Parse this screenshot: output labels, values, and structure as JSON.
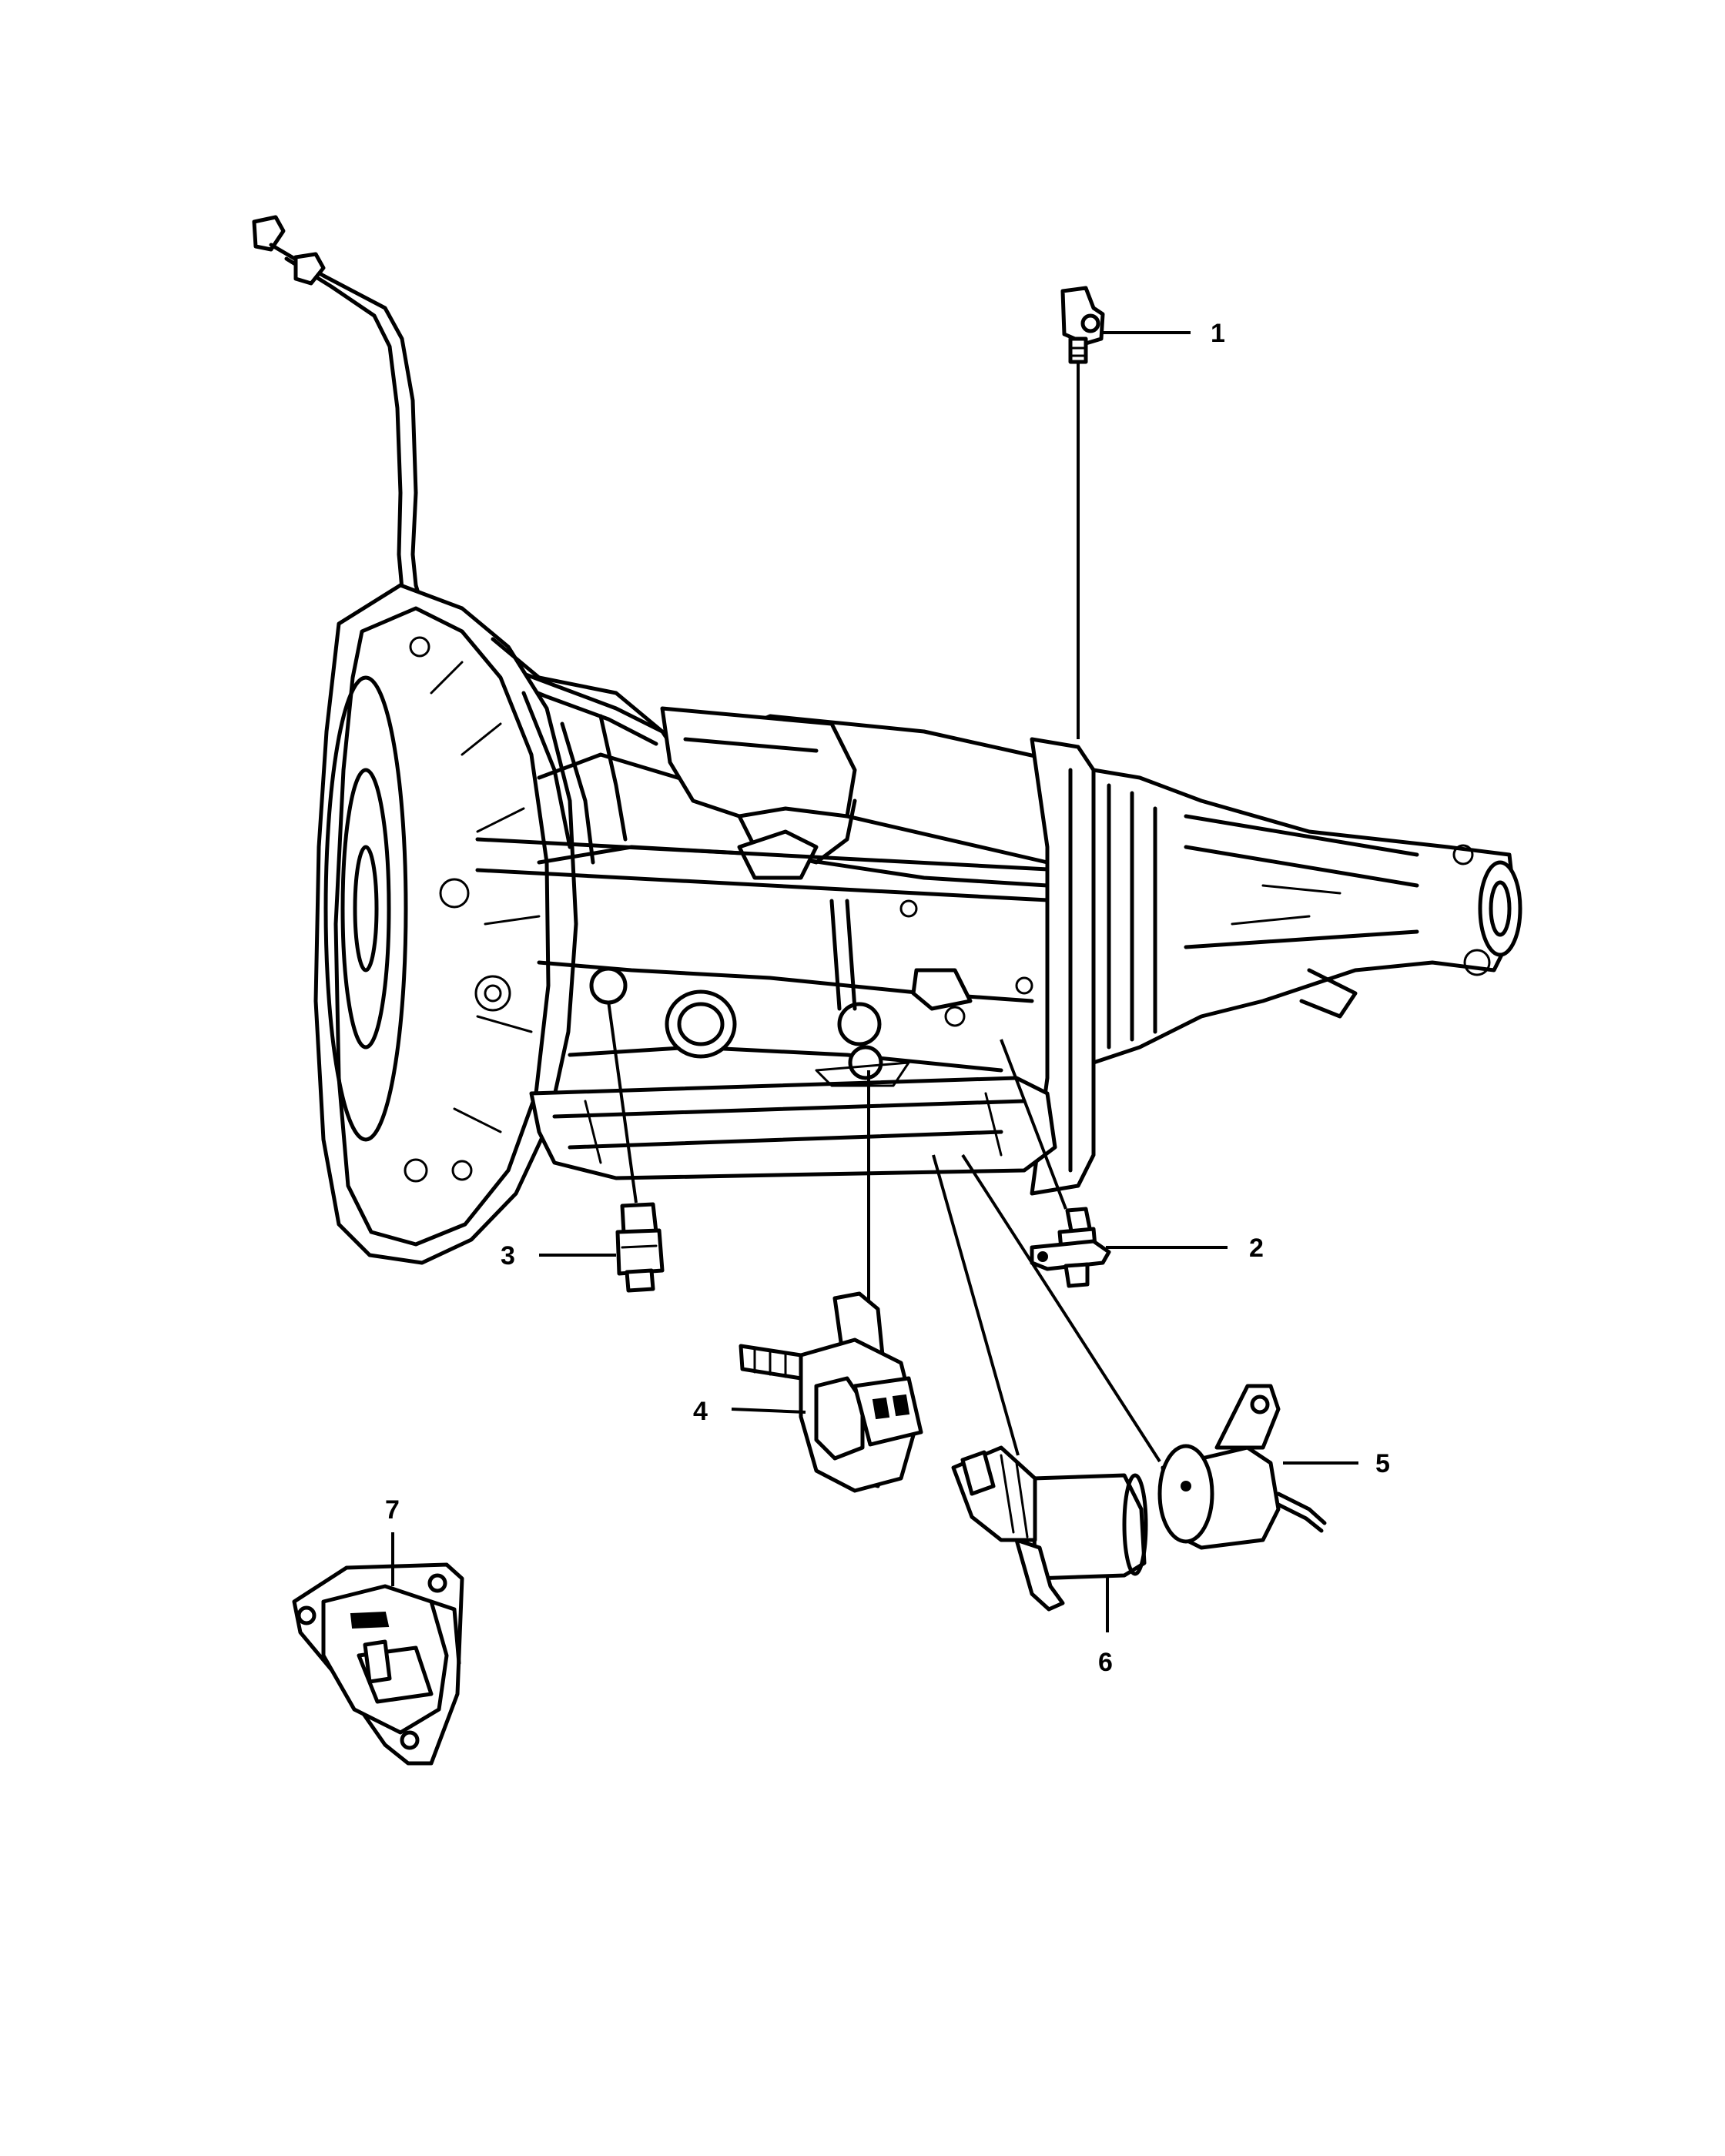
{
  "callouts": [
    "1",
    "2",
    "3",
    "4",
    "5",
    "6",
    "7"
  ],
  "parts": {
    "main": "transmission-assembly-with-dipstick-tube",
    "p1": "speed-sensor-top",
    "p2": "sensor-with-flange",
    "p3": "plug-sensor",
    "p4": "solenoid-with-bracket-and-connector",
    "p5": "round-sensor-with-mounting-ear-and-wire",
    "p6": "cylindrical-solenoid-with-bracket",
    "p7": "flanged-module-with-mounting-holes"
  },
  "colors": {
    "ink": "#000000",
    "paper": "#ffffff"
  }
}
